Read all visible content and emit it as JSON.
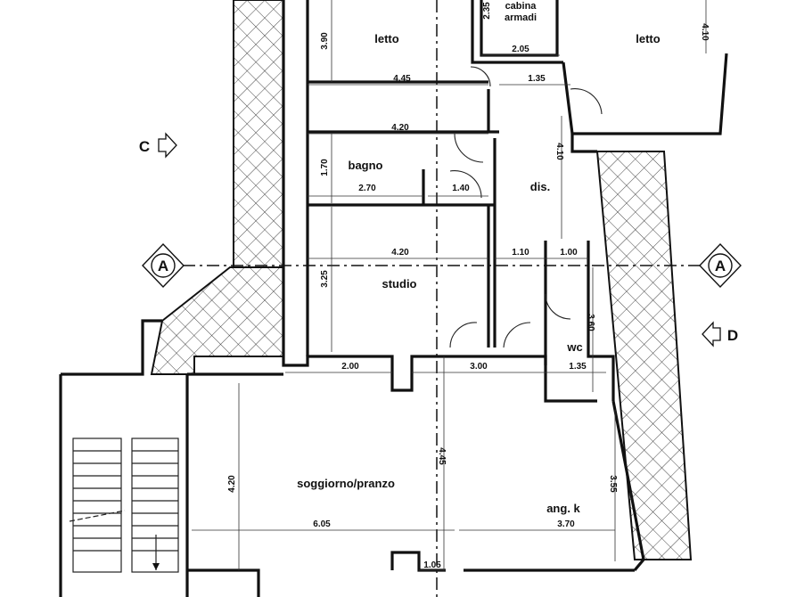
{
  "rooms": {
    "letto_1": "letto",
    "cabina": "cabina",
    "armadi": "armadi",
    "letto_2": "letto",
    "bagno": "bagno",
    "dis": "dis.",
    "studio": "studio",
    "wc": "wc",
    "soggiorno": "soggiorno/pranzo",
    "angk": "ang. k"
  },
  "dimensions": {
    "d390": "3.90",
    "d235": "2.35",
    "d205": "2.05",
    "d410a": "4.10",
    "d445a": "4.45",
    "d135a": "1.35",
    "d420a": "4.20",
    "d410b": "4.10",
    "d170": "1.70",
    "d270": "2.70",
    "d140": "1.40",
    "d420b": "4.20",
    "d110": "1.10",
    "d100": "1.00",
    "d325": "3.25",
    "d360": "3.60",
    "d200": "2.00",
    "d300": "3.00",
    "d135b": "1.35",
    "d420c": "4.20",
    "d445b": "4.45",
    "d355": "3.55",
    "d605": "6.05",
    "d370": "3.70",
    "d105": "1.05"
  },
  "markers": {
    "section_c": "C",
    "section_d": "D",
    "axis_left": "A",
    "axis_right": "A"
  }
}
